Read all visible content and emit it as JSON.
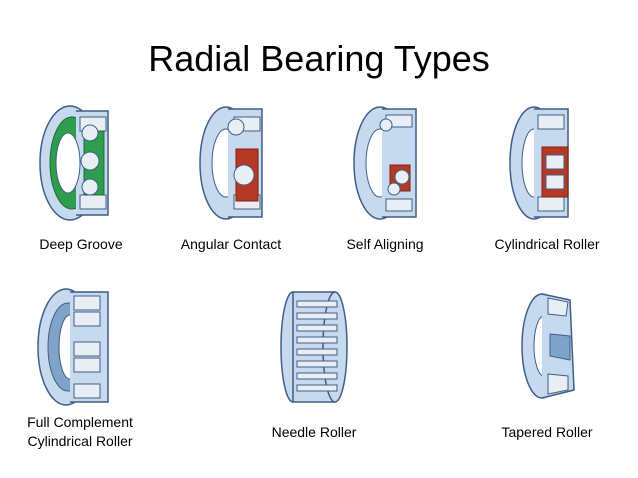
{
  "title": "Radial Bearing Types",
  "colors": {
    "ring_fill": "#c7d9ee",
    "ring_shade": "#7fa3c9",
    "ring_stroke": "#3f5f86",
    "deep_groove_seal": "#2e9e4e",
    "cage_red": "#b53a26",
    "ball": "#e9eef5"
  },
  "bearings": [
    {
      "name": "Deep Groove",
      "icon": "deep-groove-bearing-icon"
    },
    {
      "name": "Angular Contact",
      "icon": "angular-contact-bearing-icon"
    },
    {
      "name": "Self Aligning",
      "icon": "self-aligning-bearing-icon"
    },
    {
      "name": "Cylindrical Roller",
      "icon": "cylindrical-roller-bearing-icon"
    },
    {
      "name_line1": "Full Complement",
      "name_line2": "Cylindrical Roller",
      "icon": "full-complement-bearing-icon"
    },
    {
      "name": "Needle Roller",
      "icon": "needle-roller-bearing-icon"
    },
    {
      "name": "Tapered Roller",
      "icon": "tapered-roller-bearing-icon"
    }
  ]
}
